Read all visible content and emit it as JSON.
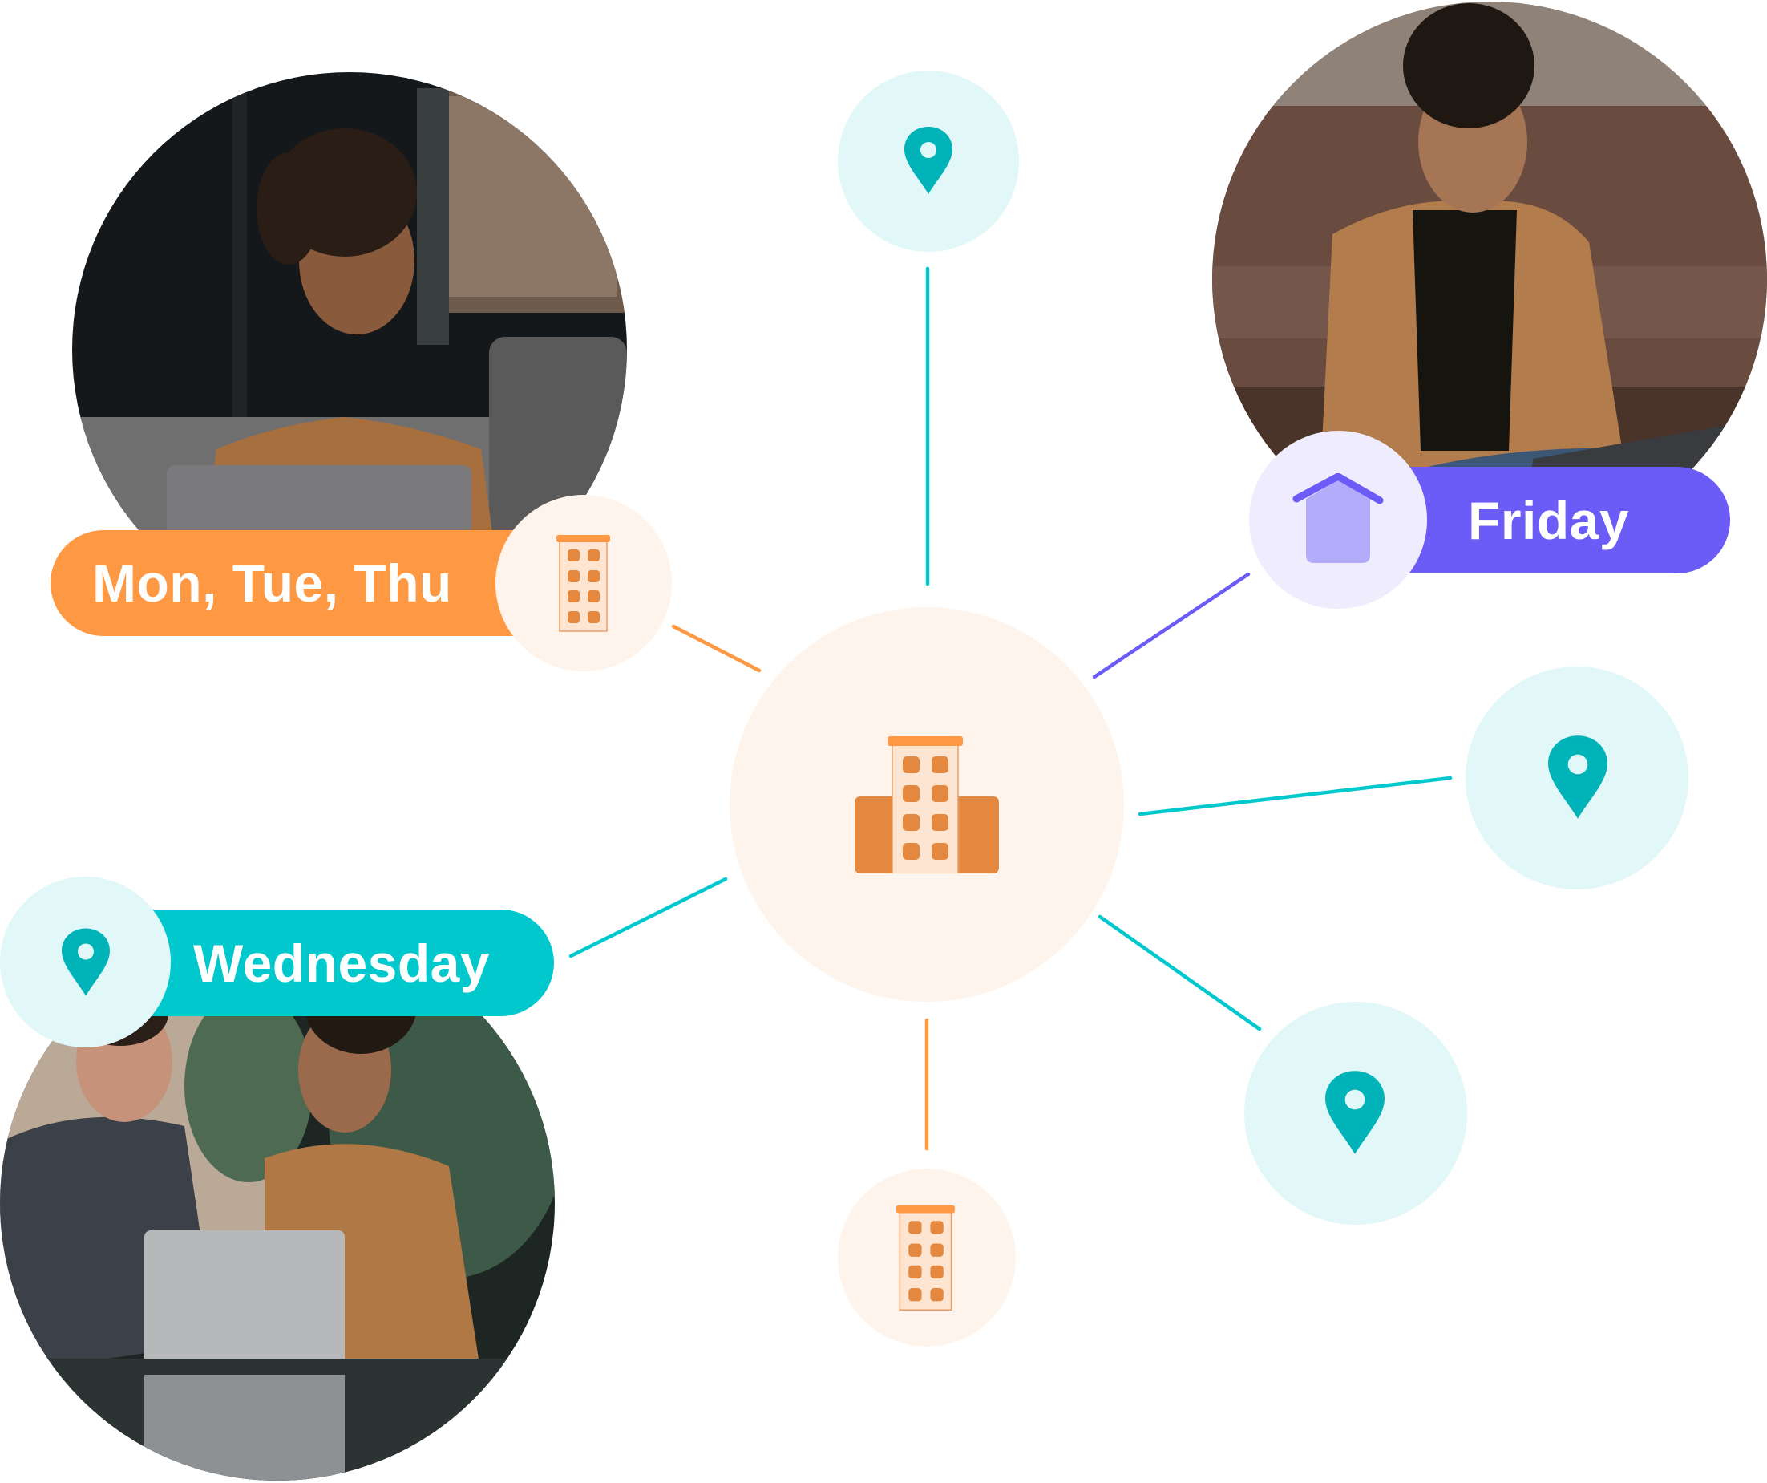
{
  "diagram": {
    "description": "Hybrid work schedule hub diagram",
    "colors": {
      "orange": "#FF9842",
      "orange_dark": "#E3883E",
      "orange_light_bg": "#FEF4EC",
      "orange_tower": "#FDE5D2",
      "teal": "#00C8CC",
      "teal_pin": "#00B3B8",
      "teal_light_bg": "#E2F7F8",
      "purple": "#6C5CF7",
      "purple_light": "#B3ACFB",
      "purple_light_bg": "#EFECFE"
    },
    "hub": {
      "icon": "office-building-icon"
    },
    "labels": {
      "office_days": "Mon, Tue, Thu",
      "home_day": "Friday",
      "remote_day": "Wednesday"
    },
    "nodes": [
      {
        "id": "top",
        "icon": "location-pin-icon"
      },
      {
        "id": "office-left",
        "icon": "office-building-icon"
      },
      {
        "id": "home",
        "icon": "home-icon"
      },
      {
        "id": "right",
        "icon": "location-pin-icon"
      },
      {
        "id": "bottom-right",
        "icon": "location-pin-icon"
      },
      {
        "id": "bottom",
        "icon": "office-building-icon"
      },
      {
        "id": "wednesday",
        "icon": "location-pin-icon"
      }
    ],
    "photos": [
      {
        "id": "photo-office",
        "subject": "woman on sofa with laptop smiling"
      },
      {
        "id": "photo-home",
        "subject": "woman sitting on floor typing on laptop"
      },
      {
        "id": "photo-remote",
        "subject": "two colleagues laughing at laptop"
      }
    ]
  }
}
